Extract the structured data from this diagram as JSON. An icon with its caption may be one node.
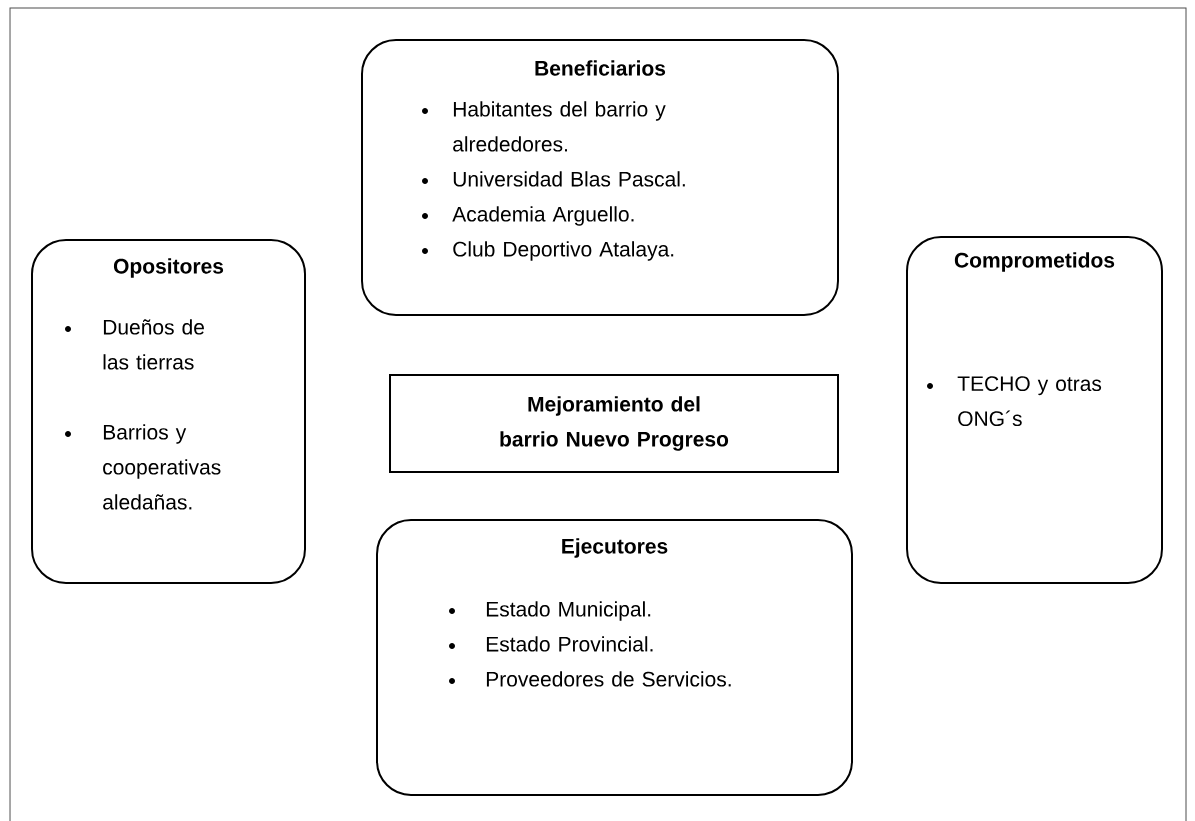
{
  "diagram": {
    "nodes": [
      {
        "text": [
          "Beneficiarios",
          "Habitantes del barrio y alrededores.",
          "Universidad Blas Pascal.",
          "Academia Arguello.",
          "Club Deportivo Atalaya."
        ]
      },
      {
        "text": [
          "Opositores",
          "Dueños de las tierras",
          "Barrios y cooperativas aledañas."
        ]
      },
      {
        "text": [
          "Comprometidos",
          "TECHO y otras ONG´s"
        ]
      },
      {
        "text": [
          "Mejoramiento del barrio Nuevo Progreso"
        ]
      },
      {
        "text": [
          "Ejecutores",
          "Estado Municipal.",
          "Estado Provincial.",
          "Proveedores de Servicios."
        ]
      }
    ]
  }
}
